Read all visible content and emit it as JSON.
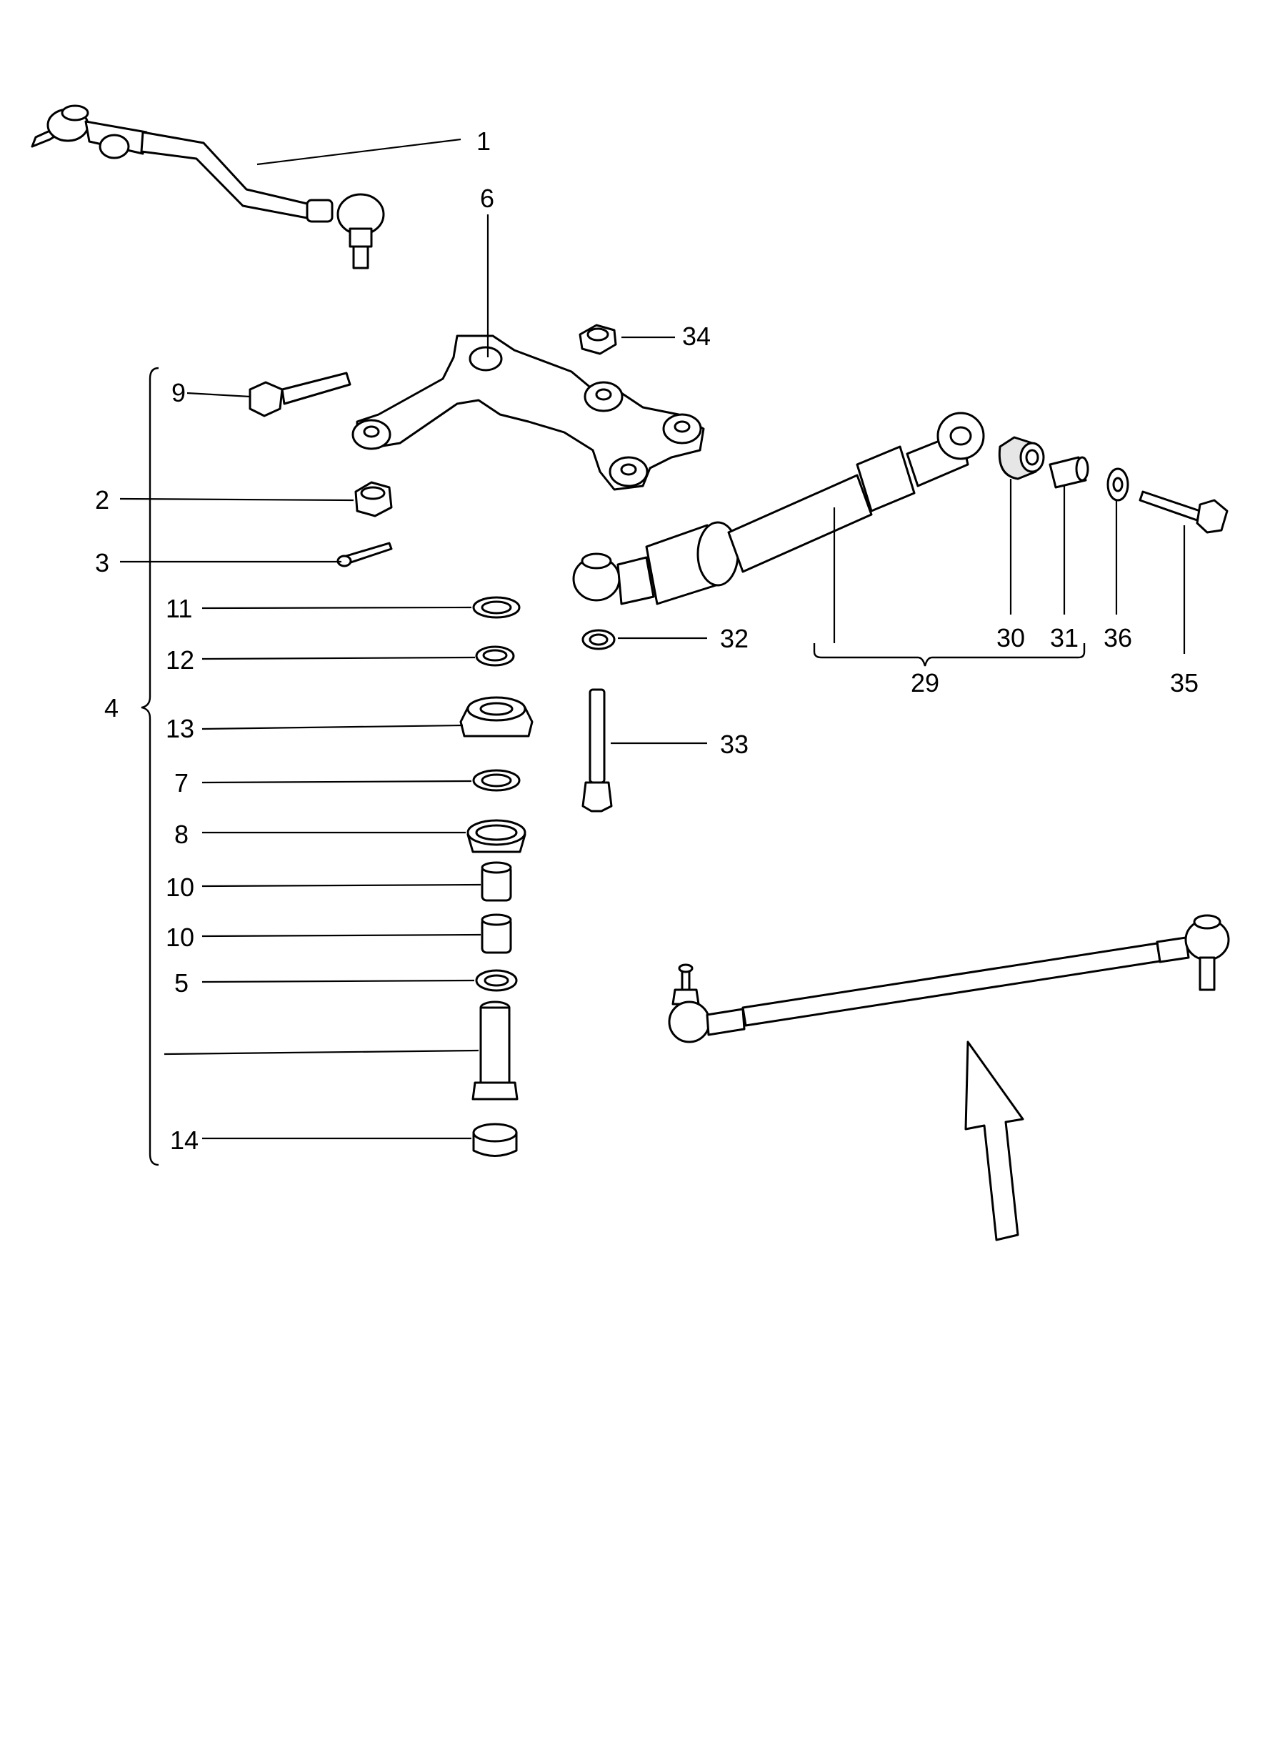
{
  "labels": {
    "l1": "1",
    "l2": "2",
    "l3": "3",
    "l4": "4",
    "l5": "5",
    "l6": "6",
    "l7": "7",
    "l8": "8",
    "l9": "9",
    "l10a": "10",
    "l10b": "10",
    "l11": "11",
    "l12": "12",
    "l13": "13",
    "l14": "14",
    "l29": "29",
    "l30": "30",
    "l31": "31",
    "l32": "32",
    "l33": "33",
    "l34": "34",
    "l35": "35",
    "l36": "36"
  }
}
